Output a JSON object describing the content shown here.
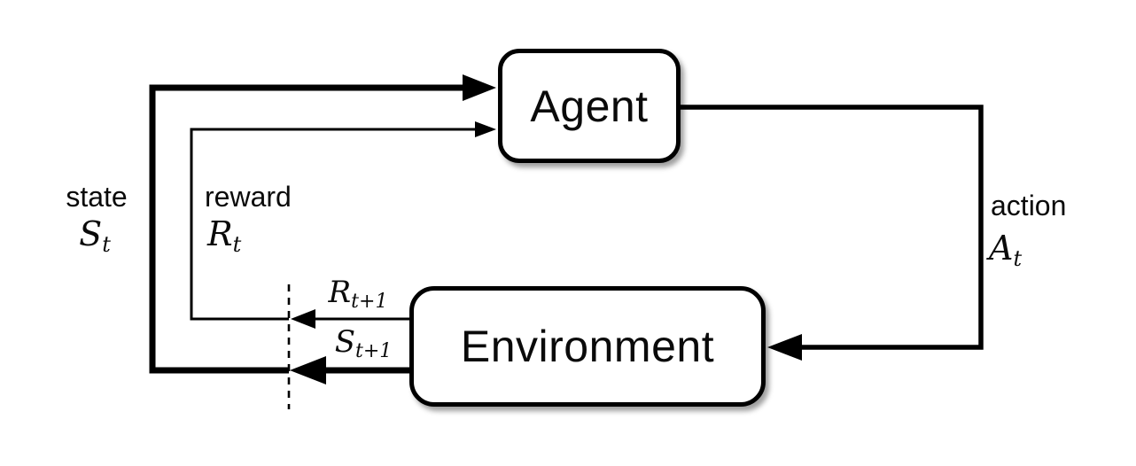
{
  "diagram": {
    "kind": "agent-environment-loop",
    "colors": {
      "line": "#000000",
      "background": "#ffffff",
      "node_fill": "#ffffff",
      "text": "#0a0a0a"
    },
    "nodes": {
      "agent": {
        "label": "Agent"
      },
      "environment": {
        "label": "Environment"
      }
    },
    "edges": {
      "state": {
        "word": "state",
        "symbol": "S",
        "subscript": "t"
      },
      "reward": {
        "word": "reward",
        "symbol": "R",
        "subscript": "t"
      },
      "action": {
        "word": "action",
        "symbol": "A",
        "subscript": "t"
      },
      "next_reward": {
        "symbol": "R",
        "subscript": "t+1"
      },
      "next_state": {
        "symbol": "S",
        "subscript": "t+1"
      }
    }
  }
}
